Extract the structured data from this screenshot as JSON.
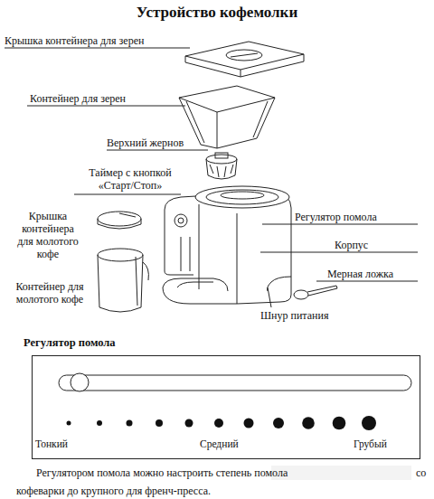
{
  "diagram": {
    "title": "Устройство кофемолки",
    "nodes": [
      {
        "text": [
          "Регулятор помола",
          "Тонкий",
          "Средний",
          "Грубый"
        ]
      }
    ],
    "labels": [
      "Крышка контейнера для зерен",
      "Контейнер для зерен",
      "Верхний жернов",
      "Таймер с кнопкой «Старт/Стоп»",
      "Регулятор помола",
      "Крышка контейнера для молотого кофе",
      "Корпус",
      "Мерная ложка",
      "Контейнер для молотого кофе",
      "Шнур питания",
      "Регулятором помола можно настроить степень помола",
      "со",
      "кофеварки до крупного для френч-пресса."
    ]
  }
}
